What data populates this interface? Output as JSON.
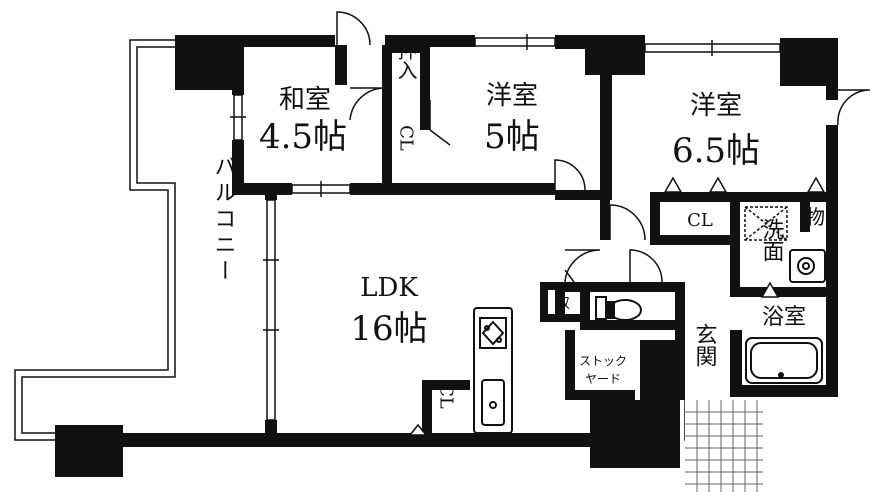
{
  "rooms": {
    "washitsu": {
      "name": "和室",
      "size": "4.5帖"
    },
    "yoshitsu1": {
      "name": "洋室",
      "size": "5帖"
    },
    "yoshitsu2": {
      "name": "洋室",
      "size": "6.5帖"
    },
    "ldk": {
      "name": "LDK",
      "size": "16帖"
    },
    "balcony": {
      "name": "バルコニー"
    },
    "oshiire": {
      "name": "押入"
    },
    "cl_small": {
      "name": "CL"
    },
    "cl_main": {
      "name": "CL"
    },
    "cl_kitchen": {
      "name": "CL"
    },
    "mono": {
      "name": "物"
    },
    "senmen": {
      "name": "洗面"
    },
    "yokushitsu": {
      "name": "浴室"
    },
    "shu": {
      "name": "収"
    },
    "stock": {
      "line1": "ストック",
      "line2": "ヤード"
    },
    "genkan": {
      "name": "玄関"
    }
  },
  "colors": {
    "wall": "#111111",
    "balcony_outline": "#111111",
    "background": "#ffffff"
  }
}
